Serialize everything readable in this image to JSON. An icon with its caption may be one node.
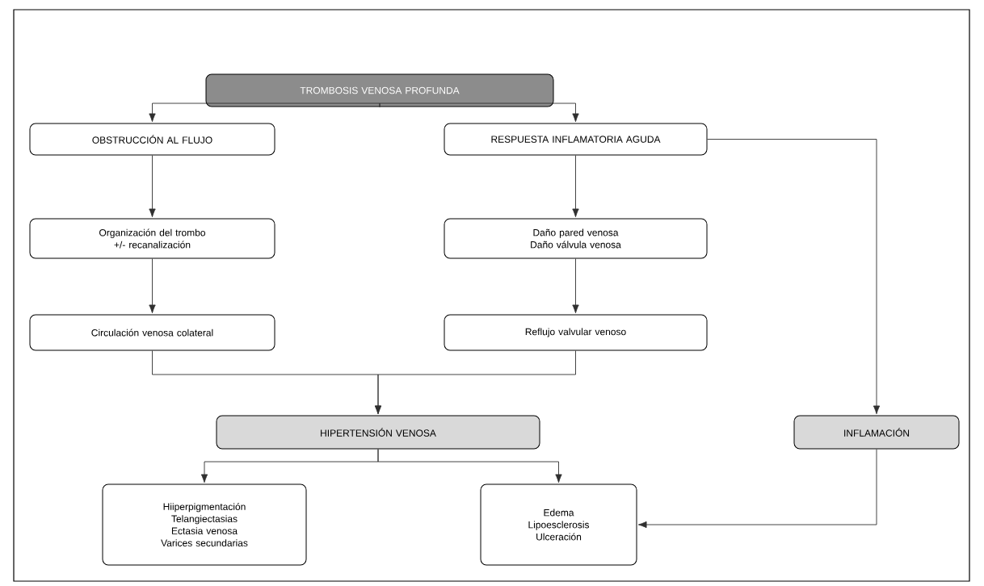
{
  "diagram": {
    "nodes": [
      {
        "text": [
          "TROMBOSIS VENOSA PROFUNDA"
        ]
      },
      {
        "text": [
          "OBSTRUCCIÓN AL FLUJO"
        ]
      },
      {
        "text": [
          "RESPUESTA INFLAMATORIA AGUDA"
        ]
      },
      {
        "text": [
          "Organización del trombo +/- recanalización"
        ]
      },
      {
        "text": [
          "Daño pared venosa",
          "Daño válvula venosa"
        ]
      },
      {
        "text": [
          "Circulación venosa colateral"
        ]
      },
      {
        "text": [
          "Reflujo valvular venoso"
        ]
      },
      {
        "text": [
          "HIPERTENSIÓN VENOSA"
        ]
      },
      {
        "text": [
          "INFLAMACIÓN"
        ]
      },
      {
        "text": [
          "Hiiperpigmentación",
          "Telangiectasias",
          "Ectasia venosa",
          "Varices secundarias"
        ]
      },
      {
        "text": [
          "Edema",
          "Lipoesclerosis",
          "Ulceración"
        ]
      }
    ],
    "edges": [
      {
        "from": 0,
        "to": 1,
        "arrow": "to"
      },
      {
        "from": 0,
        "to": 2,
        "arrow": "to"
      },
      {
        "from": 1,
        "to": 3,
        "arrow": "to"
      },
      {
        "from": 3,
        "to": 5,
        "arrow": "to"
      },
      {
        "from": 2,
        "to": 4,
        "arrow": "to"
      },
      {
        "from": 4,
        "to": 6,
        "arrow": "to"
      },
      {
        "from": 5,
        "to": 7,
        "arrow": "to"
      },
      {
        "from": 6,
        "to": 7,
        "arrow": "to"
      },
      {
        "from": 2,
        "to": 8,
        "arrow": "to"
      },
      {
        "from": 7,
        "to": 9,
        "arrow": "to"
      },
      {
        "from": 7,
        "to": 10,
        "arrow": "to"
      },
      {
        "from": 8,
        "to": 10,
        "arrow": "to"
      }
    ]
  }
}
